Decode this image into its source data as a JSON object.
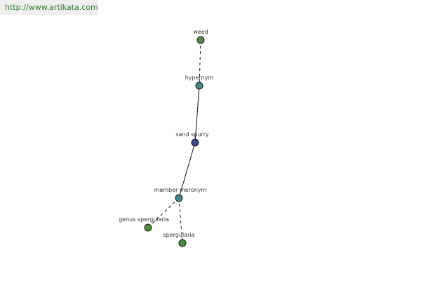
{
  "header": {
    "url": "http://www.artikata.com"
  },
  "graph": {
    "nodes": [
      {
        "id": "weed",
        "label": "weed",
        "kind": "word",
        "color": "#4e8a3f"
      },
      {
        "id": "hypernym",
        "label": "hypernym",
        "kind": "relation",
        "color": "#3f8a82"
      },
      {
        "id": "sand-spurry",
        "label": "sand spurry",
        "kind": "center",
        "color": "#3b4a8c"
      },
      {
        "id": "member-meronym",
        "label": "member meronym",
        "kind": "relation",
        "color": "#3f8a82"
      },
      {
        "id": "genus-spergularia",
        "label": "genus spergularia",
        "kind": "word",
        "color": "#4e8a3f"
      },
      {
        "id": "spergularia",
        "label": "spergularia",
        "kind": "word",
        "color": "#4e8a3f"
      }
    ],
    "edges": [
      {
        "from": "weed",
        "to": "hypernym",
        "style": "dashed"
      },
      {
        "from": "hypernym",
        "to": "sand-spurry",
        "style": "solid"
      },
      {
        "from": "sand-spurry",
        "to": "member-meronym",
        "style": "solid"
      },
      {
        "from": "member-meronym",
        "to": "genus-spergularia",
        "style": "dashed"
      },
      {
        "from": "member-meronym",
        "to": "spergularia",
        "style": "dashed"
      }
    ]
  }
}
